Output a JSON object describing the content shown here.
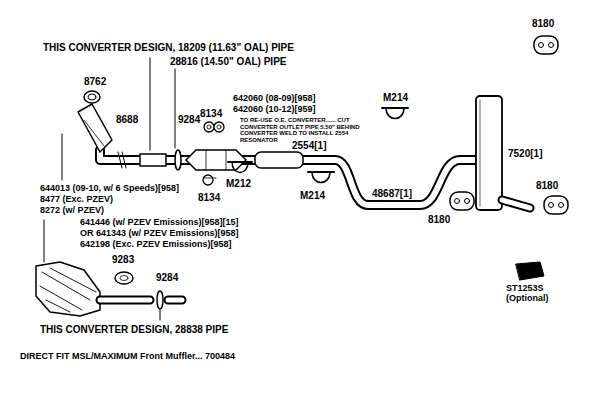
{
  "diagram": {
    "labels": [
      "THIS CONVERTER DESIGN, 18209 (11.63\" OAL) PIPE",
      "28816 (14.50\" OAL) PIPE",
      "8762",
      "8688",
      "9284",
      "642060 (08-09)[958]",
      "642060 (10-12)[959]",
      "8134",
      "TO RE-USE O.E. CONVERTER...... CUT CONVERTER OUTLET PIPE 5.50\" BEHIND CONVERTER WELD TO INSTALL 2554 RESONATOR",
      "M214",
      "8180",
      "8180",
      "7520[1]",
      "2554[1]",
      "M214",
      "8134",
      "M212",
      "48687[1]",
      "8180",
      "ST1253S (Optional)",
      "644013 (09-10, w/ 6 Speeds)[958]",
      "8477 (Exc. PZEV)",
      "8272 (w/ PZEV)",
      "641446 (w/ PZEV Emissions)[958][15]",
      "OR 641343 (w/ PZEV Emissions)[958]",
      "642198 (Exc.  PZEV Emissions)[958]",
      "9283",
      "9284",
      "THIS CONVERTER DESIGN, 28838 PIPE",
      "DIRECT FIT MSL/MAXIMUM Front Muffler... 700484"
    ]
  }
}
